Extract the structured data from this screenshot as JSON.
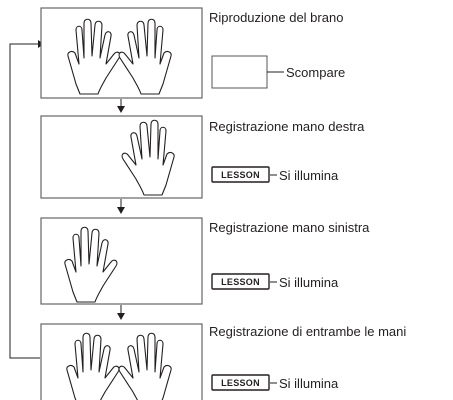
{
  "steps": [
    {
      "title": "Riproduzione del brano",
      "hands": [
        "left",
        "right"
      ],
      "indicator": {
        "type": "blank",
        "status": "Scompare"
      }
    },
    {
      "title": "Registrazione mano destra",
      "hands": [
        "right"
      ],
      "indicator": {
        "type": "lesson",
        "button_label": "LESSON",
        "status": "Si illumina"
      }
    },
    {
      "title": "Registrazione mano sinistra",
      "hands": [
        "left"
      ],
      "indicator": {
        "type": "lesson",
        "button_label": "LESSON",
        "status": "Si illumina"
      }
    },
    {
      "title": "Registrazione di entrambe le mani",
      "hands": [
        "left",
        "right"
      ],
      "indicator": {
        "type": "lesson",
        "button_label": "LESSON",
        "status": "Si illumina"
      }
    }
  ],
  "icons": {
    "hand": "open-hand-outline-icon",
    "arrow": "arrow-down-icon",
    "loop": "loop-back-arrow-icon"
  }
}
